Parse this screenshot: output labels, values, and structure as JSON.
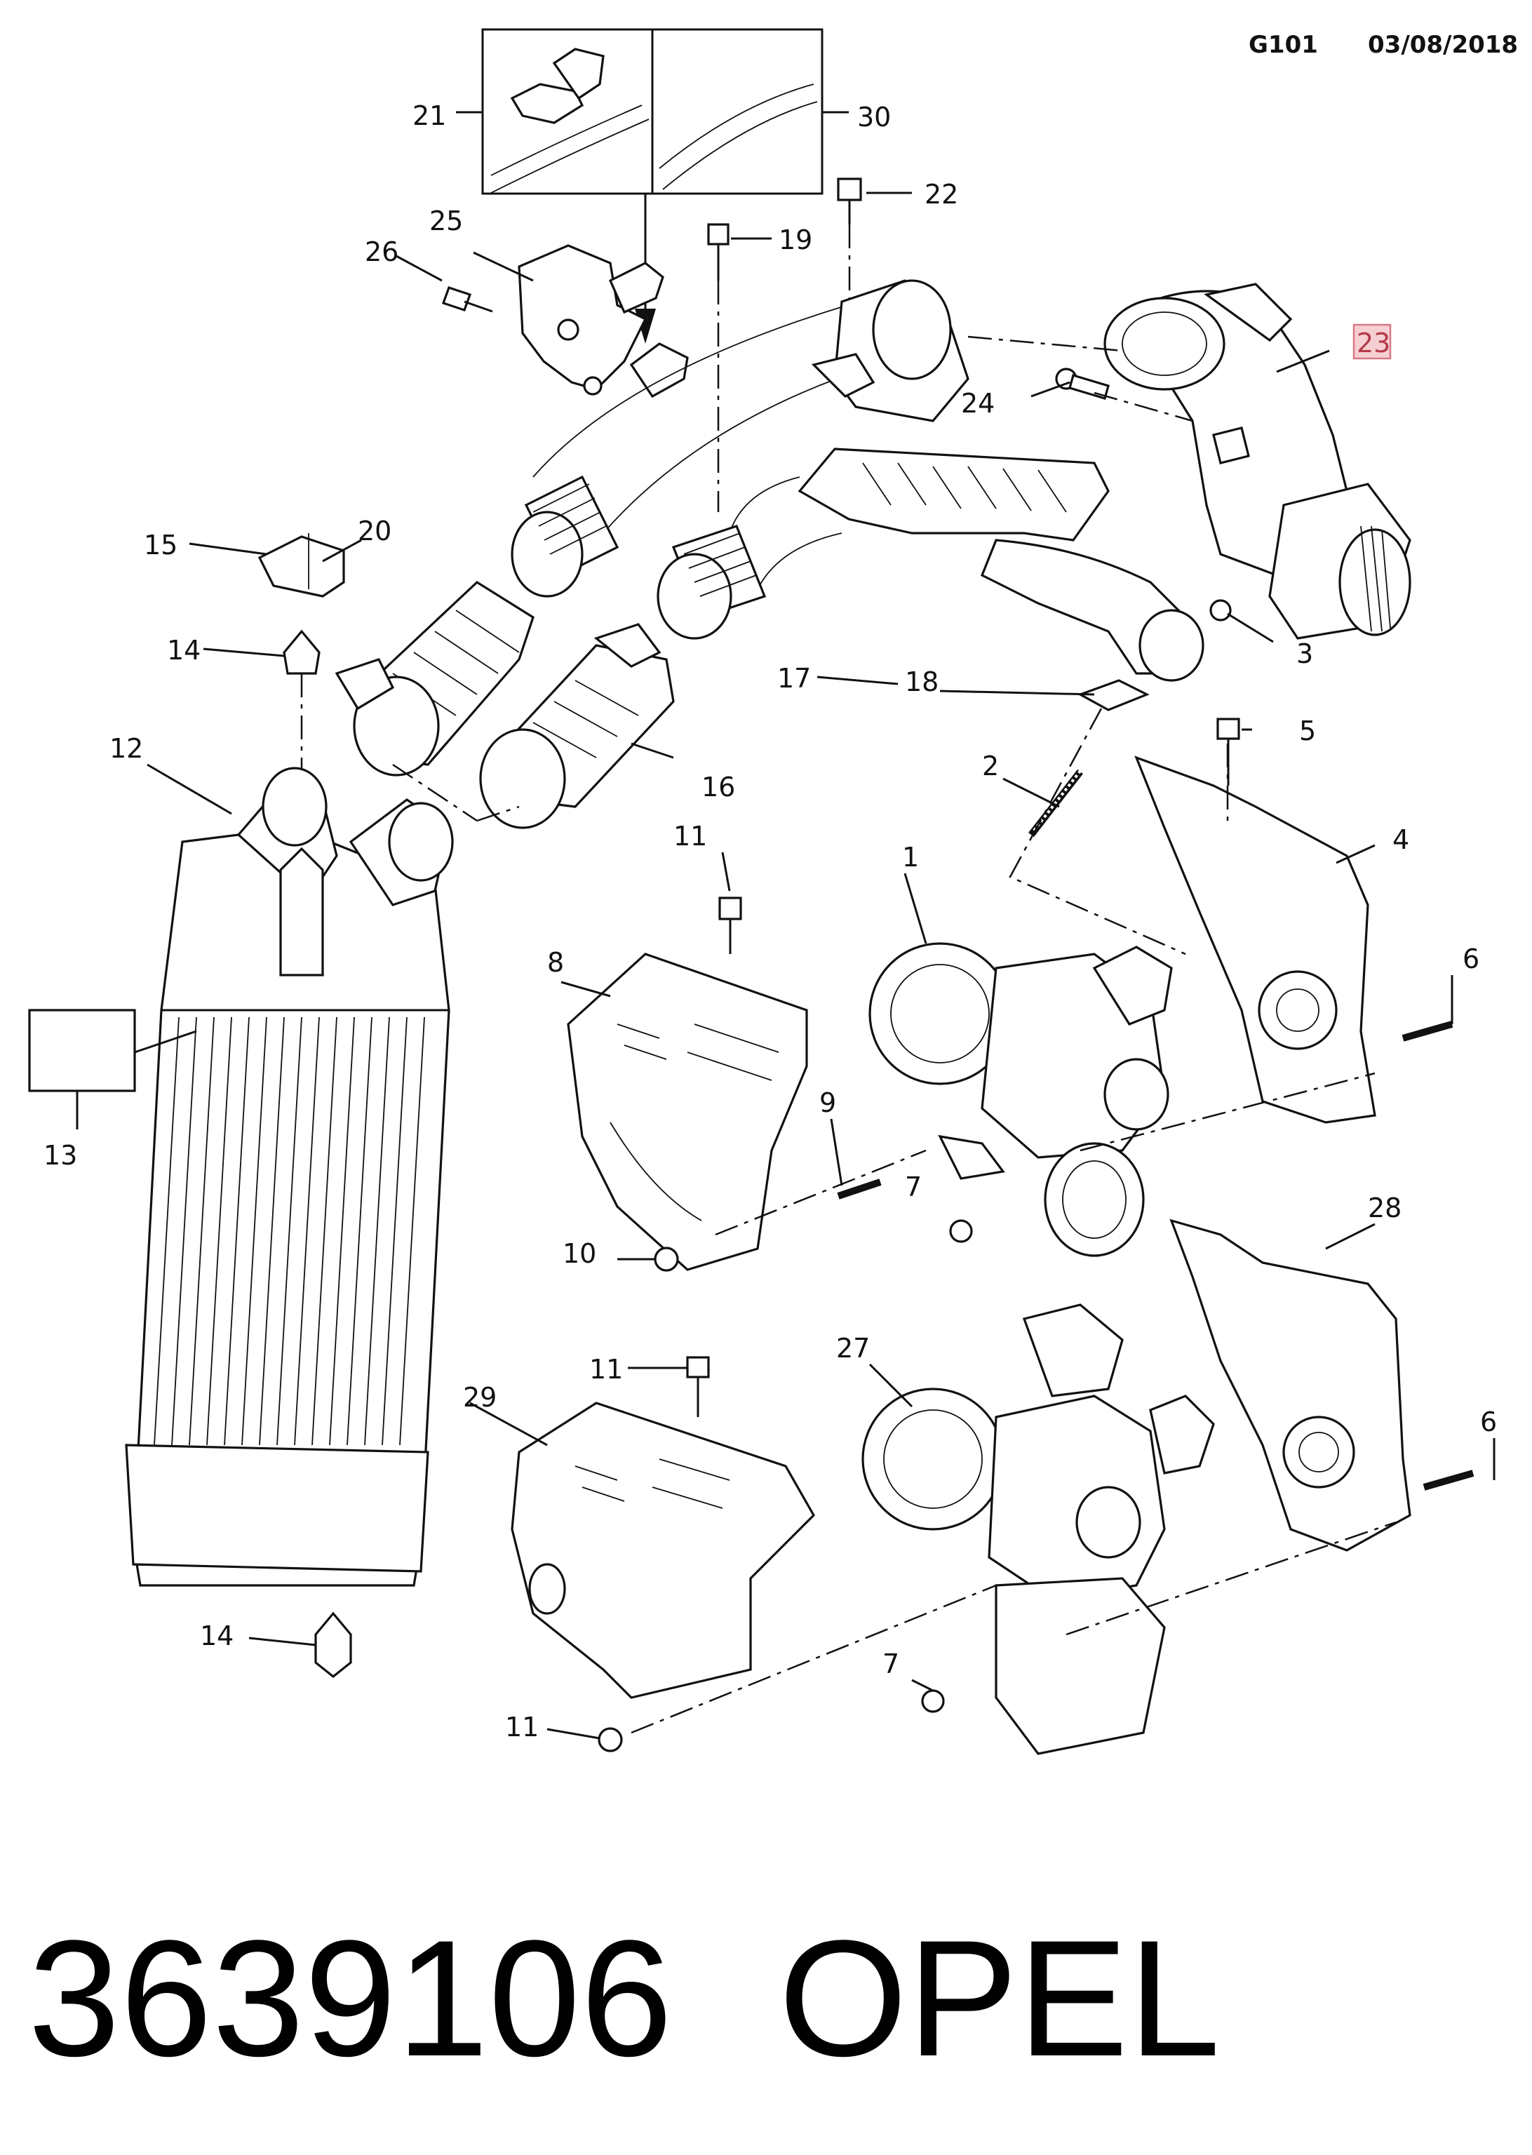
{
  "header": {
    "code": "G101",
    "date": "03/08/2018"
  },
  "footer": {
    "part_number": "3639106",
    "brand": "OPEL"
  },
  "highlighted_callout": "23",
  "colors": {
    "highlight_fill": "#f6cfd2",
    "highlight_border": "#d87985",
    "line": "#111111"
  },
  "callouts": [
    {
      "id": "c21",
      "text": "21"
    },
    {
      "id": "c30",
      "text": "30"
    },
    {
      "id": "c22",
      "text": "22"
    },
    {
      "id": "c19",
      "text": "19"
    },
    {
      "id": "c25",
      "text": "25"
    },
    {
      "id": "c26",
      "text": "26"
    },
    {
      "id": "c23",
      "text": "23"
    },
    {
      "id": "c24",
      "text": "24"
    },
    {
      "id": "c15",
      "text": "15"
    },
    {
      "id": "c20",
      "text": "20"
    },
    {
      "id": "c14a",
      "text": "14"
    },
    {
      "id": "c3",
      "text": "3"
    },
    {
      "id": "c17",
      "text": "17"
    },
    {
      "id": "c18",
      "text": "18"
    },
    {
      "id": "c12",
      "text": "12"
    },
    {
      "id": "c5",
      "text": "5"
    },
    {
      "id": "c2",
      "text": "2"
    },
    {
      "id": "c16",
      "text": "16"
    },
    {
      "id": "c4",
      "text": "4"
    },
    {
      "id": "c11a",
      "text": "11"
    },
    {
      "id": "c1",
      "text": "1"
    },
    {
      "id": "c8",
      "text": "8"
    },
    {
      "id": "c6a",
      "text": "6"
    },
    {
      "id": "c13",
      "text": "13"
    },
    {
      "id": "c9",
      "text": "9"
    },
    {
      "id": "c7a",
      "text": "7"
    },
    {
      "id": "c10",
      "text": "10"
    },
    {
      "id": "c28",
      "text": "28"
    },
    {
      "id": "c27",
      "text": "27"
    },
    {
      "id": "c11b",
      "text": "11"
    },
    {
      "id": "c29",
      "text": "29"
    },
    {
      "id": "c6b",
      "text": "6"
    },
    {
      "id": "c14b",
      "text": "14"
    },
    {
      "id": "c7b",
      "text": "7"
    },
    {
      "id": "c11c",
      "text": "11"
    }
  ]
}
